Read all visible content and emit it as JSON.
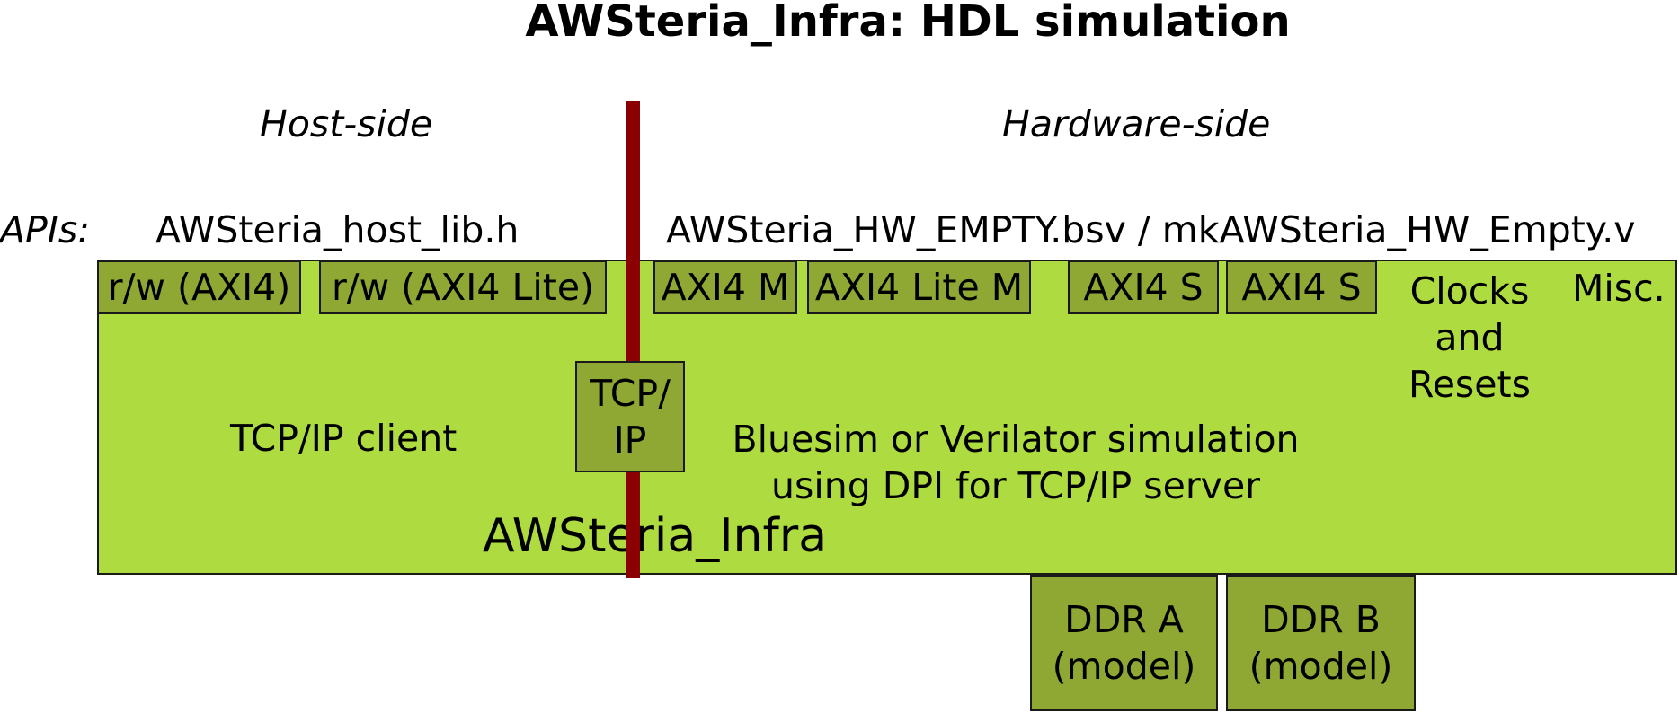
{
  "title": "AWSteria_Infra: HDL simulation",
  "sides": {
    "host": "Host-side",
    "hardware": "Hardware-side"
  },
  "apis": {
    "label": "APIs:",
    "host_lib": "AWSteria_host_lib.h",
    "hw_lib": "AWSteria_HW_EMPTY.bsv / mkAWSteria_HW_Empty.v"
  },
  "host_ports": [
    "r/w (AXI4)",
    "r/w (AXI4 Lite)"
  ],
  "hw_ports": [
    "AXI4 M",
    "AXI4 Lite M",
    "AXI4 S",
    "AXI4 S"
  ],
  "clocks_resets": "Clocks\nand\nResets",
  "misc": "Misc.",
  "tcp_ip_box": "TCP/\nIP",
  "tcp_client": "TCP/IP client",
  "simulation": "Bluesim or Verilator simulation\nusing DPI for TCP/IP server",
  "infra_name": "AWSteria_Infra",
  "ddr": [
    "DDR A\n(model)",
    "DDR B\n(model)"
  ],
  "colors": {
    "infra_fill": "#aedb3f",
    "port_fill": "#8fa833",
    "divider": "#8b0000",
    "outline": "#1a1a1a"
  }
}
